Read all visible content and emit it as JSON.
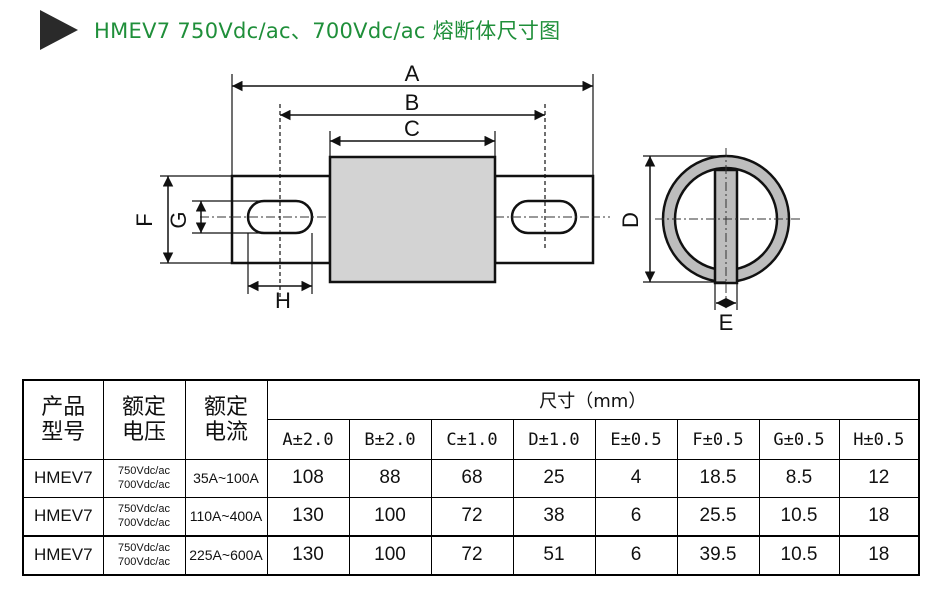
{
  "title": "HMEV7   750Vdc/ac、700Vdc/ac 熔断体尺寸图",
  "dimension_labels": {
    "A": "A",
    "B": "B",
    "C": "C",
    "D": "D",
    "E": "E",
    "F": "F",
    "G": "G",
    "H": "H"
  },
  "table": {
    "header": {
      "model": [
        "产品",
        "型号"
      ],
      "rated_voltage": [
        "额定",
        "电压"
      ],
      "rated_current": [
        "额定",
        "电流"
      ],
      "size": "尺寸（mm）",
      "dims": [
        "A±2.0",
        "B±2.0",
        "C±1.0",
        "D±1.0",
        "E±0.5",
        "F±0.5",
        "G±0.5",
        "H±0.5"
      ]
    },
    "rows": [
      {
        "model": "HMEV7",
        "voltage": [
          "750Vdc/ac",
          "700Vdc/ac"
        ],
        "current": "35A~100A",
        "values": [
          "108",
          "88",
          "68",
          "25",
          "4",
          "18.5",
          "8.5",
          "12"
        ]
      },
      {
        "model": "HMEV7",
        "voltage": [
          "750Vdc/ac",
          "700Vdc/ac"
        ],
        "current": "110A~400A",
        "values": [
          "130",
          "100",
          "72",
          "38",
          "6",
          "25.5",
          "10.5",
          "18"
        ]
      },
      {
        "model": "HMEV7",
        "voltage": [
          "750Vdc/ac",
          "700Vdc/ac"
        ],
        "current": "225A~600A",
        "values": [
          "130",
          "100",
          "72",
          "51",
          "6",
          "39.5",
          "10.5",
          "18"
        ]
      }
    ]
  }
}
